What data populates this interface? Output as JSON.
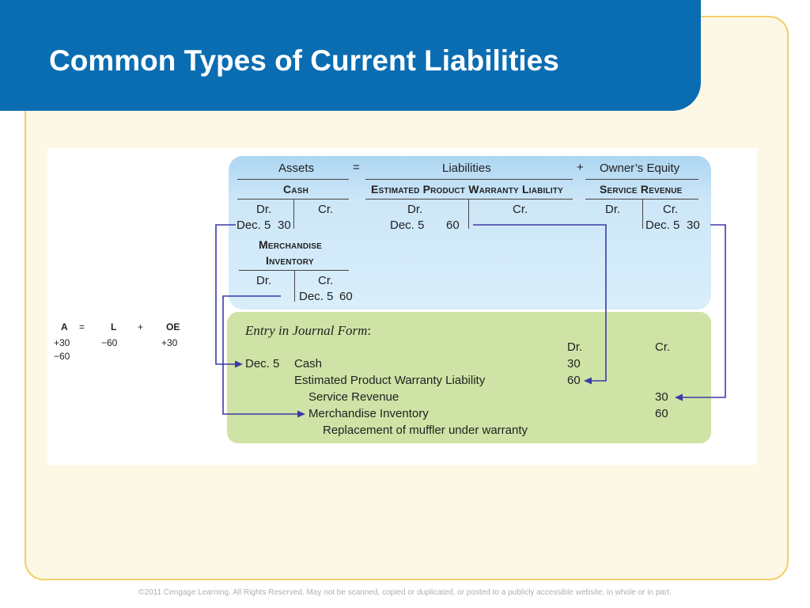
{
  "slide": {
    "title": "Common Types of Current Liabilities"
  },
  "accounting_equation": {
    "assets": "Assets",
    "equals": "=",
    "liabilities": "Liabilities",
    "plus": "+",
    "owners_equity": "Owner’s Equity"
  },
  "t_accounts": {
    "cash": {
      "title": "Cash",
      "dr": "Dr.",
      "cr": "Cr.",
      "entry_date": "Dec. 5",
      "entry_amount": "30"
    },
    "warranty": {
      "title": "Estimated Product Warranty Liability",
      "dr": "Dr.",
      "cr": "Cr.",
      "entry_date": "Dec. 5",
      "entry_amount": "60"
    },
    "service": {
      "title": "Service Revenue",
      "dr": "Dr.",
      "cr": "Cr.",
      "entry_date": "Dec. 5",
      "entry_amount": "30"
    },
    "merchandise": {
      "title_line1": "Merchandise",
      "title_line2": "Inventory",
      "dr": "Dr.",
      "cr": "Cr.",
      "entry_date": "Dec. 5",
      "entry_amount": "60"
    }
  },
  "effect": {
    "a": "A",
    "eq": "=",
    "l": "L",
    "plus": "+",
    "oe": "OE",
    "a1": "+30",
    "a2": "−60",
    "l1": "−60",
    "oe1": "+30"
  },
  "journal": {
    "title": "Entry in Journal Form",
    "colon": ":",
    "dr_header": "Dr.",
    "cr_header": "Cr.",
    "date": "Dec. 5",
    "rows": [
      {
        "account": "Cash",
        "dr": "30",
        "cr": ""
      },
      {
        "account": "Estimated Product Warranty Liability",
        "dr": "60",
        "cr": ""
      },
      {
        "account": "Service Revenue",
        "dr": "",
        "cr": "30"
      },
      {
        "account": "Merchandise Inventory",
        "dr": "",
        "cr": "60"
      }
    ],
    "explanation": "Replacement of muffler under warranty"
  },
  "colors": {
    "title_bar": "#0a6db2",
    "frame_border": "#f2cf6a",
    "frame_fill": "#fdf8e6",
    "blue_box": "#cde7f8",
    "green_box": "#cfe3a6",
    "arrow": "#3b3aa6"
  },
  "footer": {
    "copyright": "©2011 Cengage Learning. All Rights Reserved. May not be scanned, copied or duplicated, or posted to a publicly accessible website, in whole or in part."
  }
}
